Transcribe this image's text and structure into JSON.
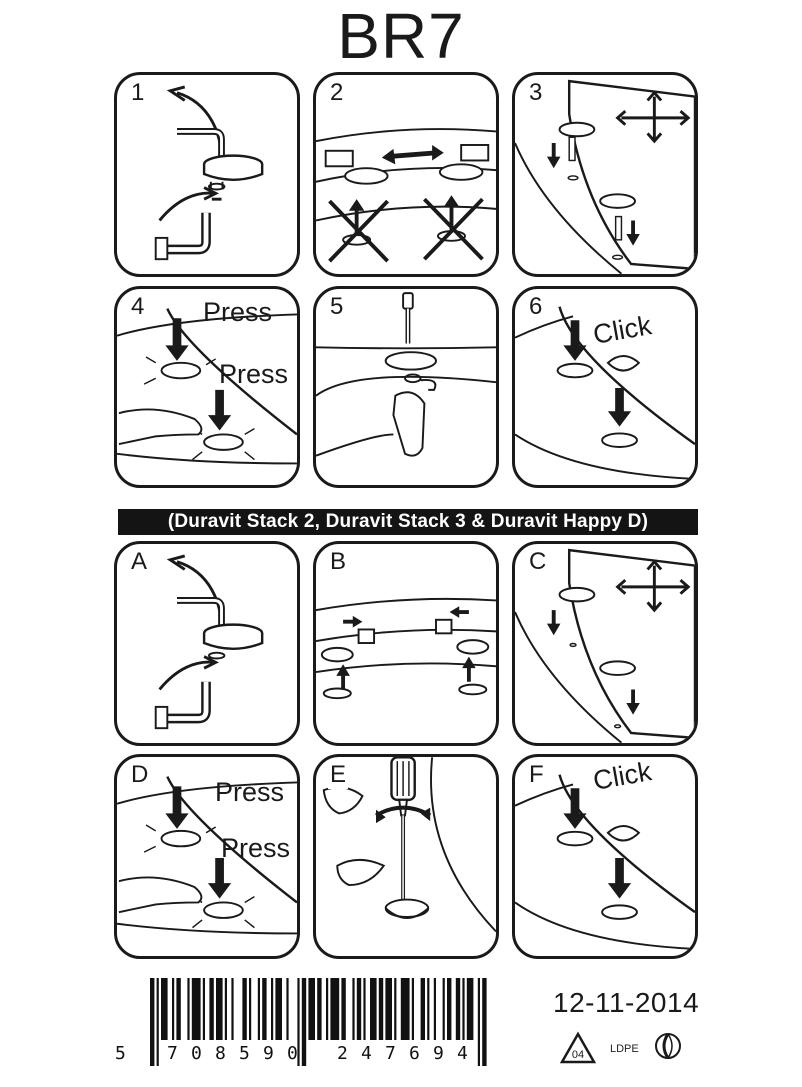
{
  "title": "BR7",
  "panels_top": [
    {
      "label": "1"
    },
    {
      "label": "2"
    },
    {
      "label": "3"
    },
    {
      "label": "4",
      "words": [
        "Press",
        "Press"
      ]
    },
    {
      "label": "5"
    },
    {
      "label": "6",
      "words": [
        "Click"
      ]
    }
  ],
  "banner": "(Duravit Stack 2, Duravit Stack 3 & Duravit Happy D)",
  "panels_bottom": [
    {
      "label": "A"
    },
    {
      "label": "B"
    },
    {
      "label": "C"
    },
    {
      "label": "D",
      "words": [
        "Press",
        "Press"
      ]
    },
    {
      "label": "E"
    },
    {
      "label": "F",
      "words": [
        "Click"
      ]
    }
  ],
  "barcode_digits": [
    "5",
    "7",
    "0",
    "8",
    "5",
    "9",
    "0",
    "2",
    "4",
    "7",
    "6",
    "9",
    "4"
  ],
  "date": "12-11-2014",
  "recycle": {
    "code": "04",
    "material": "LDPE"
  },
  "colors": {
    "ink": "#1a1a1a",
    "banner_bg": "#141414",
    "banner_text": "#ffffff"
  }
}
